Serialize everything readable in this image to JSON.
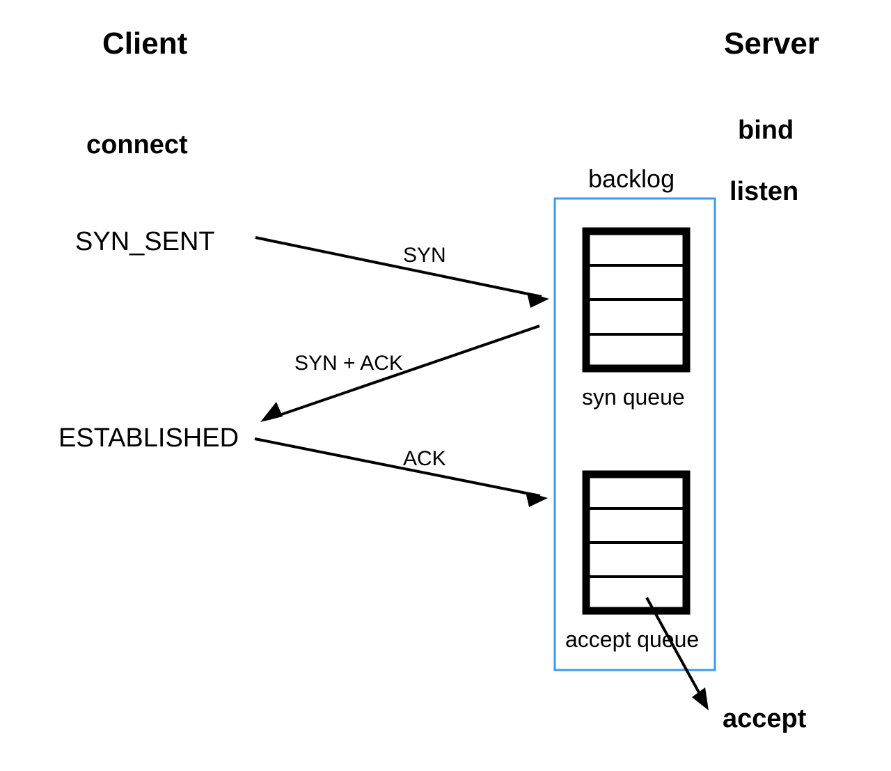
{
  "diagram": {
    "title": "TCP three-way handshake with server backlog queues",
    "colors": {
      "accent_blue": "#3f9ae8",
      "stroke_black": "#000000",
      "background": "#ffffff"
    },
    "columns": {
      "client_heading": "Client",
      "server_heading": "Server"
    },
    "client": {
      "syscalls": [
        {
          "label": "connect"
        }
      ],
      "states": [
        {
          "label": "SYN_SENT"
        },
        {
          "label": "ESTABLISHED"
        }
      ]
    },
    "server": {
      "syscalls": [
        {
          "label": "bind"
        },
        {
          "label": "listen"
        },
        {
          "label": "accept"
        }
      ],
      "backlog_label": "backlog",
      "queues": [
        {
          "name": "syn queue",
          "label": "syn queue",
          "slots": 4
        },
        {
          "name": "accept queue",
          "label": "accept queue",
          "slots": 4
        }
      ]
    },
    "messages": [
      {
        "label": "SYN",
        "direction": "client-to-server"
      },
      {
        "label": "SYN + ACK",
        "direction": "server-to-client"
      },
      {
        "label": "ACK",
        "direction": "client-to-server"
      }
    ]
  }
}
